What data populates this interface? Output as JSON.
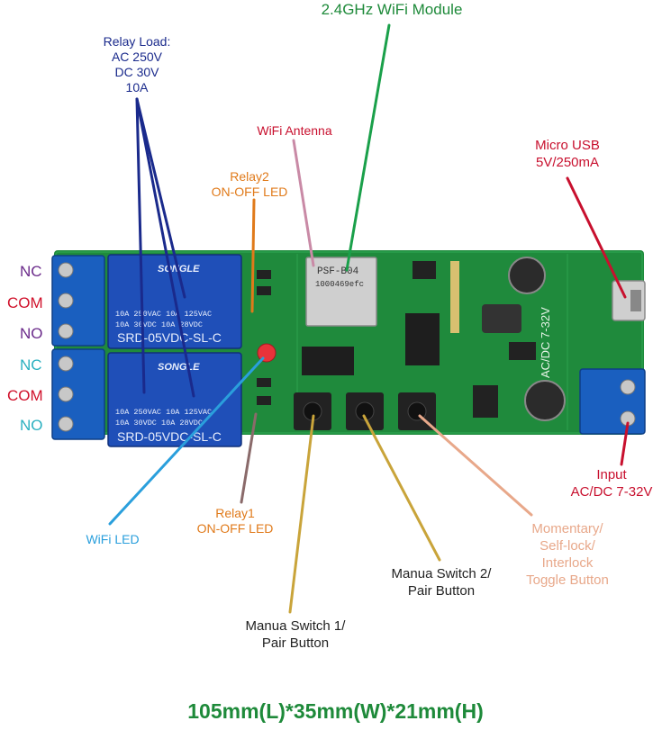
{
  "colors": {
    "background": "#ffffff",
    "pcb_green": "#1f8a3c",
    "relay_blue": "#1f4fb8",
    "terminal_blue": "#1a5fbf",
    "wifi_module_green": "#1aa04a",
    "antenna_pink": "#c98aa6",
    "usb_red": "#c8102e",
    "led_orange": "#e07a1a",
    "wifi_led_blue": "#2a9fdc",
    "relay_load_navy": "#1a2a8c",
    "switch_tan": "#c9a43a",
    "toggle_peach": "#e8a88a",
    "nc_no_purple": "#6a2a8a",
    "com_red": "#d0102a",
    "nc_no_teal": "#2ab0c0",
    "dimension_green": "#1e8a3a"
  },
  "labels": {
    "wifi_module": "2.4GHz WiFi Module",
    "relay_load": "Relay Load:\nAC 250V\nDC 30V\n10A",
    "wifi_antenna": "WiFi Antenna",
    "micro_usb": "Micro USB\n5V/250mA",
    "relay2_led": "Relay2\nON-OFF LED",
    "relay1_led": "Relay1\nON-OFF LED",
    "wifi_led": "WiFi LED",
    "input": "Input\nAC/DC 7-32V",
    "toggle_button": "Momentary/\nSelf-lock/\nInterlock\nToggle Button",
    "switch2": "Manua Switch 2/\nPair Button",
    "switch1": "Manua Switch 1/\nPair Button",
    "dimensions": "105mm(L)*35mm(W)*21mm(H)"
  },
  "terminals": {
    "relay2": [
      "NC",
      "COM",
      "NO"
    ],
    "relay1": [
      "NC",
      "COM",
      "NO"
    ]
  },
  "board_print": {
    "relay_brand": "SONGLE",
    "relay_specs_1": "10A 250VAC  10A 125VAC",
    "relay_specs_2": "10A  30VDC  10A  28VDC",
    "relay_model": "SRD-05VDC-SL-C",
    "module_model": "PSF-B04",
    "module_code": "1000469efc",
    "power_text": "AC/DC 7-32V"
  }
}
